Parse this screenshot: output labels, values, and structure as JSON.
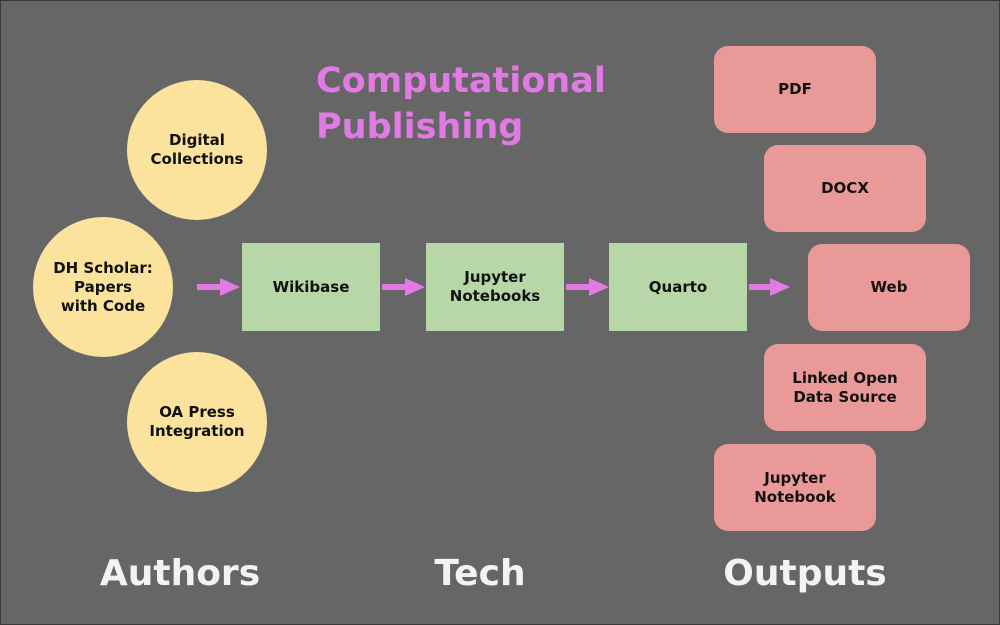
{
  "title": {
    "line1": "Computational",
    "line2": "Publishing"
  },
  "authors": [
    "Digital\nCollections",
    "DH Scholar:\nPapers\nwith Code",
    "OA Press\nIntegration"
  ],
  "tech": [
    "Wikibase",
    "Jupyter\nNotebooks",
    "Quarto"
  ],
  "outputs": [
    "PDF",
    "DOCX",
    "Web",
    "Linked Open\nData Source",
    "Jupyter\nNotebook"
  ],
  "columns": {
    "authors": "Authors",
    "tech": "Tech",
    "outputs": "Outputs"
  },
  "colors": {
    "background": "#666666",
    "title": "#e27ae6",
    "author_node": "#fbe29d",
    "tech_node": "#b7d7a8",
    "output_node": "#ea9999",
    "arrow": "#e27ae6"
  }
}
